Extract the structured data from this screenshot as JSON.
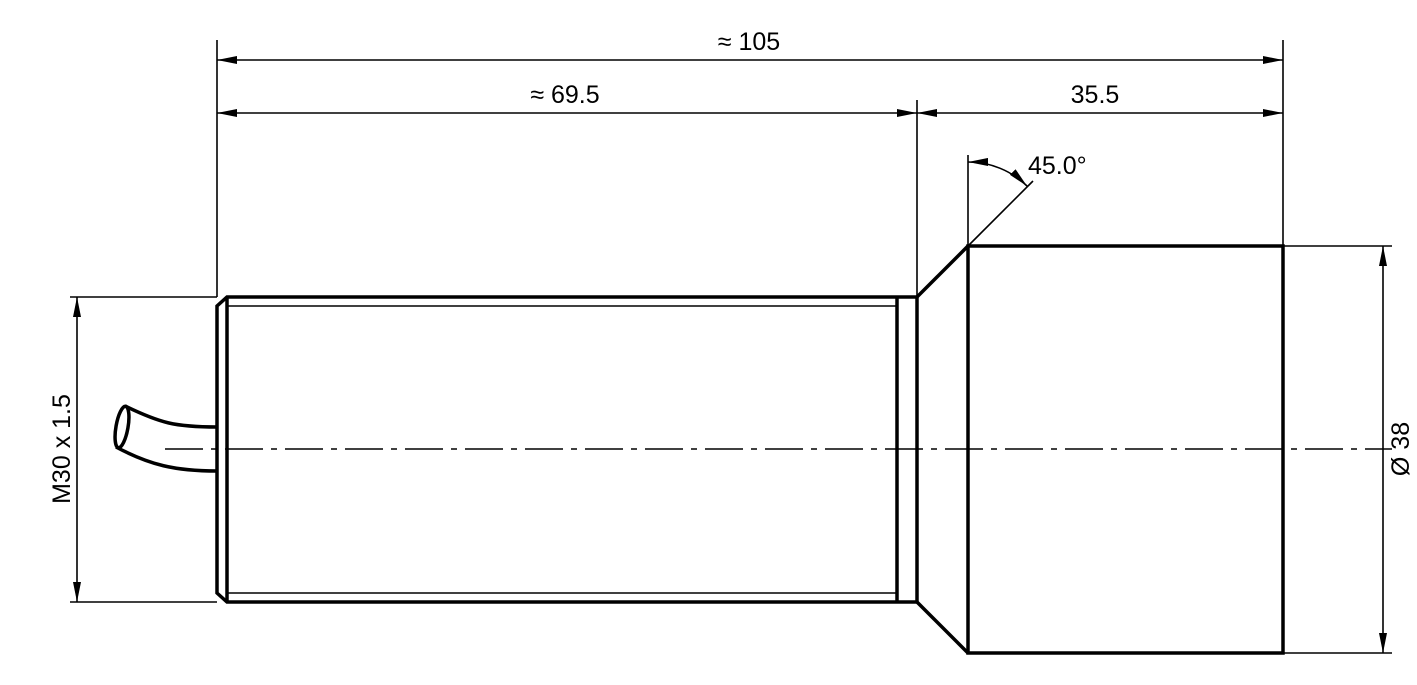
{
  "dimensions": {
    "overall_length": "≈ 105",
    "thread_length": "≈ 69.5",
    "head_length": "35.5",
    "chamfer_angle": "45.0°",
    "thread_spec": "M30 x 1.5",
    "head_diameter": "Ø 38"
  }
}
